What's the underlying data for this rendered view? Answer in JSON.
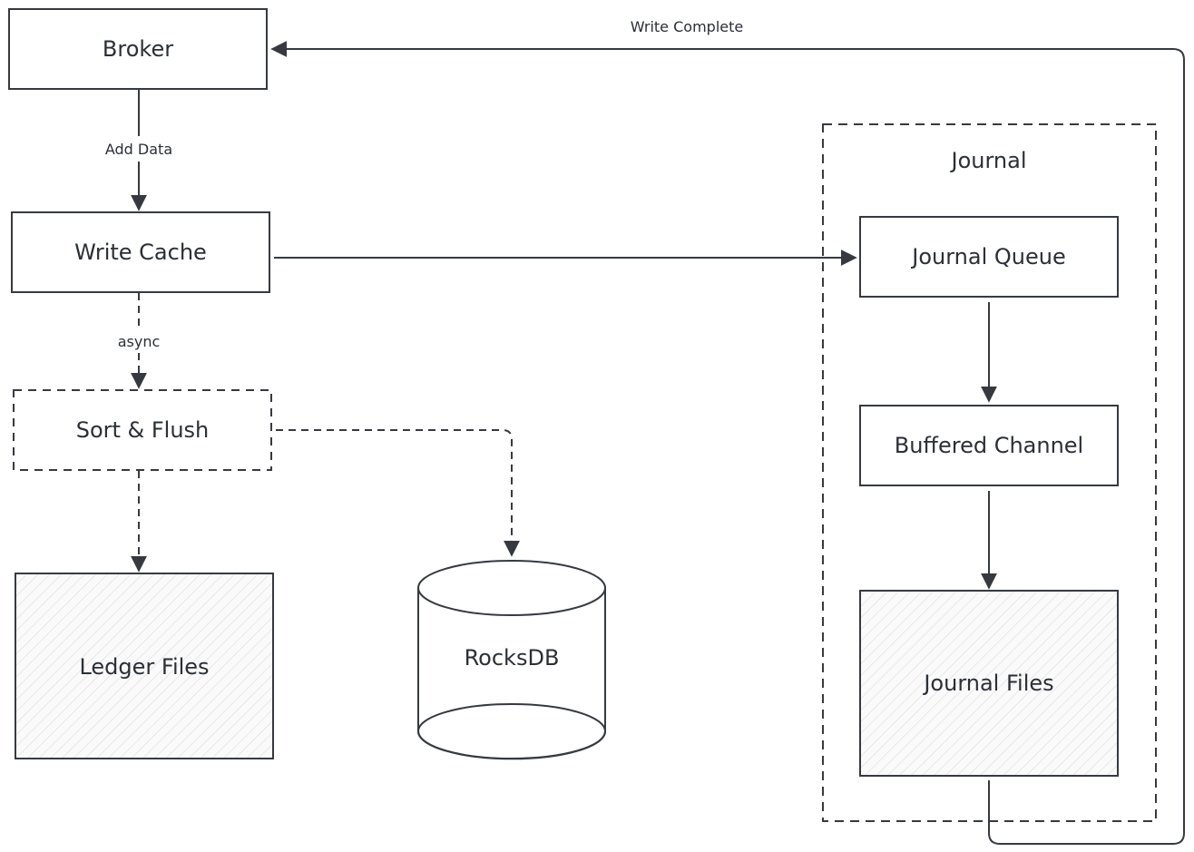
{
  "diagram": {
    "nodes": {
      "broker": {
        "label": "Broker",
        "style": "solid"
      },
      "write_cache": {
        "label": "Write Cache",
        "style": "solid"
      },
      "sort_flush": {
        "label": "Sort & Flush",
        "style": "dashed"
      },
      "ledger_files": {
        "label": "Ledger Files",
        "style": "hatched"
      },
      "rocksdb": {
        "label": "RocksDB",
        "style": "cylinder"
      },
      "journal_queue": {
        "label": "Journal Queue",
        "style": "solid"
      },
      "buffered_channel": {
        "label": "Buffered Channel",
        "style": "solid"
      },
      "journal_files": {
        "label": "Journal Files",
        "style": "hatched"
      }
    },
    "groups": {
      "journal": {
        "label": "Journal",
        "style": "dashed",
        "children": [
          "journal_queue",
          "buffered_channel",
          "journal_files"
        ]
      }
    },
    "edges": [
      {
        "from": "broker",
        "to": "write_cache",
        "label": "Add Data",
        "style": "solid"
      },
      {
        "from": "write_cache",
        "to": "journal_queue",
        "label": "",
        "style": "solid"
      },
      {
        "from": "write_cache",
        "to": "sort_flush",
        "label": "async",
        "style": "dashed"
      },
      {
        "from": "sort_flush",
        "to": "ledger_files",
        "label": "",
        "style": "dashed"
      },
      {
        "from": "sort_flush",
        "to": "rocksdb",
        "label": "",
        "style": "dashed"
      },
      {
        "from": "journal_queue",
        "to": "buffered_channel",
        "label": "",
        "style": "solid"
      },
      {
        "from": "buffered_channel",
        "to": "journal_files",
        "label": "",
        "style": "solid"
      },
      {
        "from": "journal_files",
        "to": "broker",
        "label": "Write Complete",
        "style": "solid"
      }
    ],
    "colors": {
      "stroke": "#363a40",
      "text": "#2b2f36",
      "hatch": "#d9d9d9",
      "background": "#ffffff"
    }
  }
}
